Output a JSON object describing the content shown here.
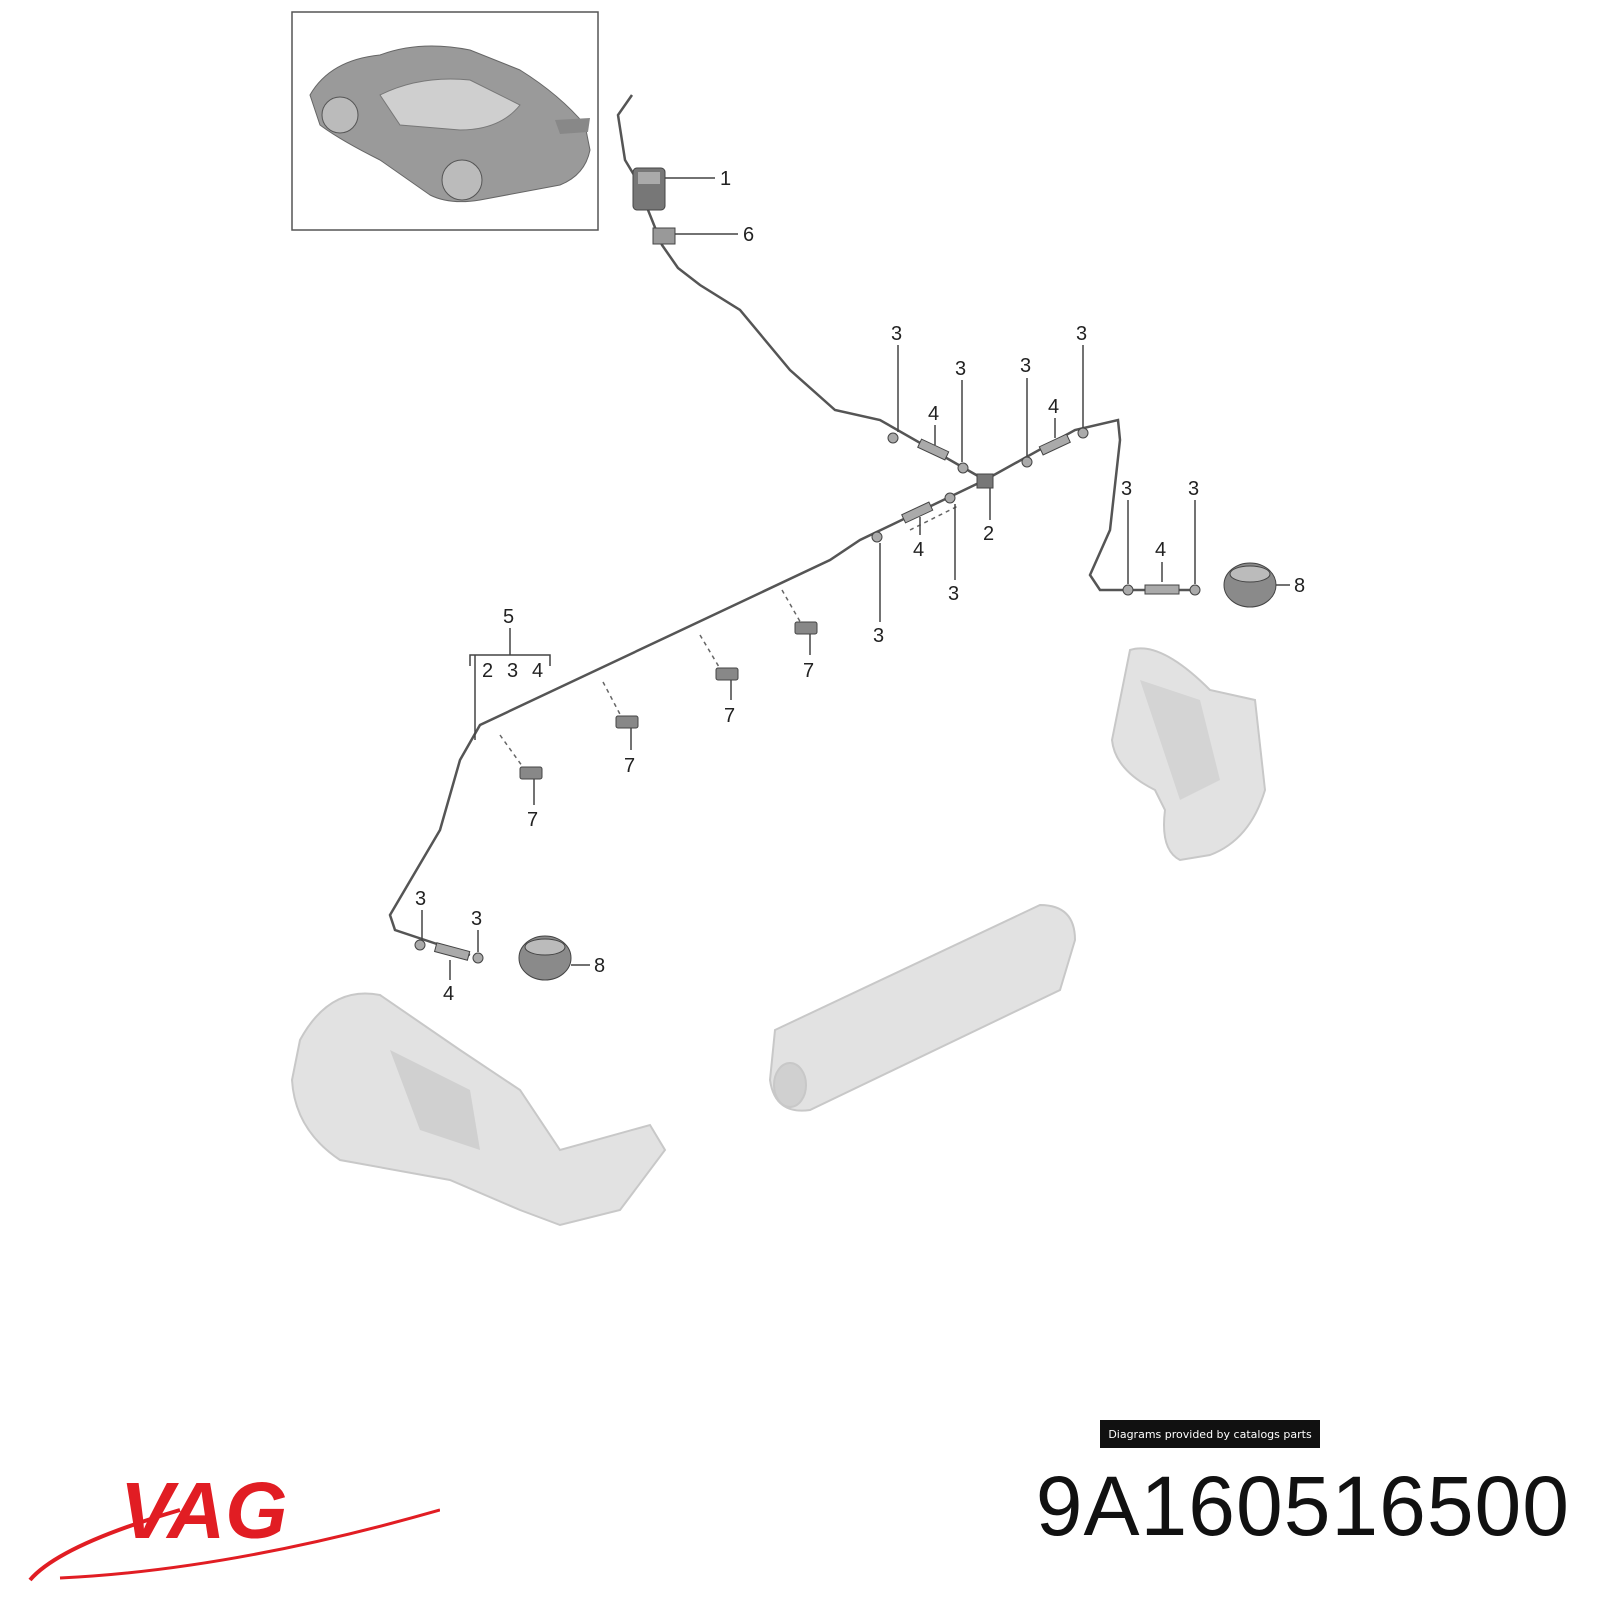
{
  "diagram": {
    "callouts": {
      "c1": "1",
      "c6": "6",
      "c3a": "3",
      "c3b": "3",
      "c3c": "3",
      "c3d": "3",
      "c4a": "4",
      "c4b": "4",
      "c2": "2",
      "c3e": "3",
      "c3f": "3",
      "c4c": "4",
      "c8a": "8",
      "c4d": "4",
      "c3g": "3",
      "c3h": "3",
      "c5": "5",
      "c5_2": "2",
      "c5_3": "3",
      "c5_4": "4",
      "c7a": "7",
      "c7b": "7",
      "c7c": "7",
      "c7d": "7",
      "c3i": "3",
      "c3j": "3",
      "c4e": "4",
      "c8b": "8"
    }
  },
  "footer": {
    "banner_text": "Diagrams provided by catalogs parts",
    "brand": "VAG",
    "part_number": "9A160516500"
  },
  "colors": {
    "brand_red": "#e11d23",
    "line": "#555555",
    "ghost": "#dcdcdc"
  }
}
